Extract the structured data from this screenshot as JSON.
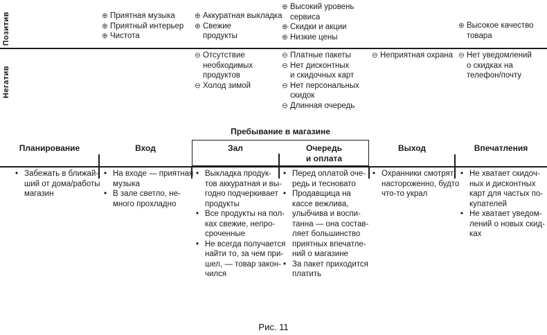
{
  "labels": {
    "positive": "Позитив",
    "negative": "Негатив"
  },
  "icons": {
    "circled_plus": "⊕",
    "circled_minus": "⊖",
    "bullet": "•"
  },
  "positive": {
    "entrance": [
      "Приятная музыка",
      "Приятный интерьер",
      "Чистота"
    ],
    "hall": [
      "Аккуратная выкладка",
      "Свежие\nпродукты"
    ],
    "checkout": [
      "Высокий уровень\nсервиса",
      "Скидки и акции",
      "Низкие цены"
    ],
    "impressions": [
      "Высокое качество\nтовара"
    ]
  },
  "negative": {
    "hall": [
      "Отсутствие\nнеобходимых\nпродуктов",
      "Холод зимой"
    ],
    "checkout": [
      "Платные пакеты",
      "Нет дисконтных\nи скидочных карт",
      "Нет персональных\nскидок",
      "Длинная очередь"
    ],
    "exit": [
      "Неприятная охрана"
    ],
    "impressions": [
      "Нет уведомлений\nо скидках на\nтелефон/почту"
    ]
  },
  "table": {
    "group_header": "Пребывание в магазине",
    "columns": [
      "Планирование",
      "Вход",
      "Зал",
      "Очередь\nи оплата",
      "Выход",
      "Впечатления"
    ],
    "body": {
      "planning": [
        "Забежать в ближай-\nший от дома/работы\nмагазин"
      ],
      "entrance": [
        "На входе — приятная\nмузыка",
        "В зале светло, не-\nмного прохладно"
      ],
      "hall": [
        "Выкладка продук-\nтов аккуратная и вы-\nгодно подчеркивает\nпродукты",
        "Все продукты на пол-\nках свежие, непро-\nсроченные",
        "Не всегда получается\nнайти то, за чем при-\nшел, — товар закон-\nчился"
      ],
      "checkout": [
        "Перед оплатой оче-\nредь и тесновато",
        "Продавщица на\nкассе вежлива,\nулыбчива и воспи-\nтанна — она состав-\nляет большинство\nприятных впечатле-\nний о магазине",
        "За пакет приходится\nплатить"
      ],
      "exit": [
        "Охранники смотрят\nнастороженно, будто\nчто-то украл"
      ],
      "impressions": [
        "Не хватает скидоч-\nных и дисконтных\nкарт для частых по-\nкупателей",
        "Не хватает уведом-\nлений о новых скид-\nках"
      ]
    }
  },
  "caption": "Рис. 11"
}
